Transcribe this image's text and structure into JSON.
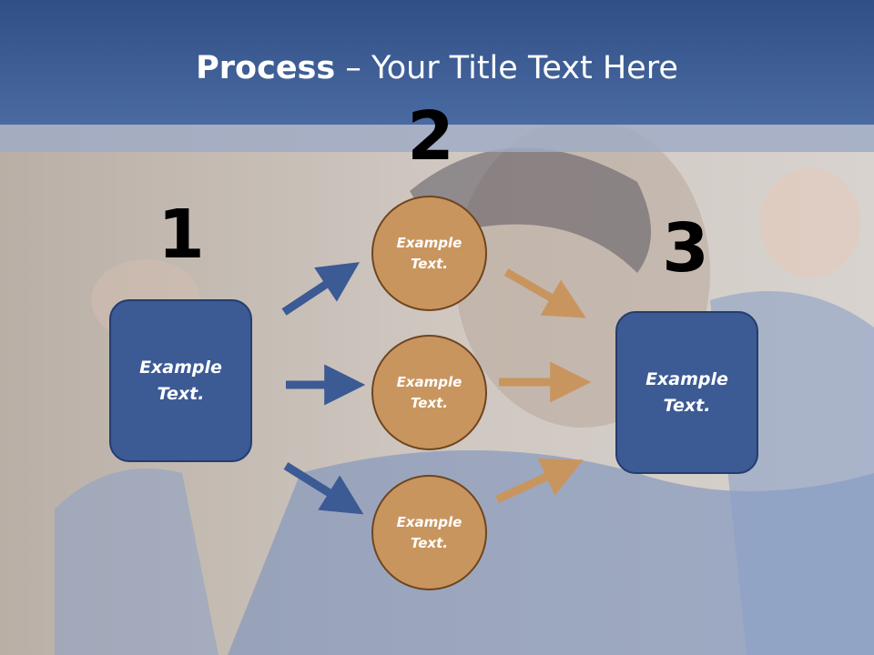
{
  "title": {
    "bold": "Process",
    "rest": " – Your Title Text Here"
  },
  "steps": {
    "one": {
      "number": "1",
      "line1": "Example",
      "line2": "Text."
    },
    "two": {
      "number": "2",
      "circles": [
        {
          "line1": "Example",
          "line2": "Text."
        },
        {
          "line1": "Example",
          "line2": "Text."
        },
        {
          "line1": "Example",
          "line2": "Text."
        }
      ]
    },
    "three": {
      "number": "3",
      "line1": "Example",
      "line2": "Text."
    }
  },
  "colors": {
    "blue": "#3c5a94",
    "orange": "#c9955f",
    "header": "#3a5a95"
  }
}
